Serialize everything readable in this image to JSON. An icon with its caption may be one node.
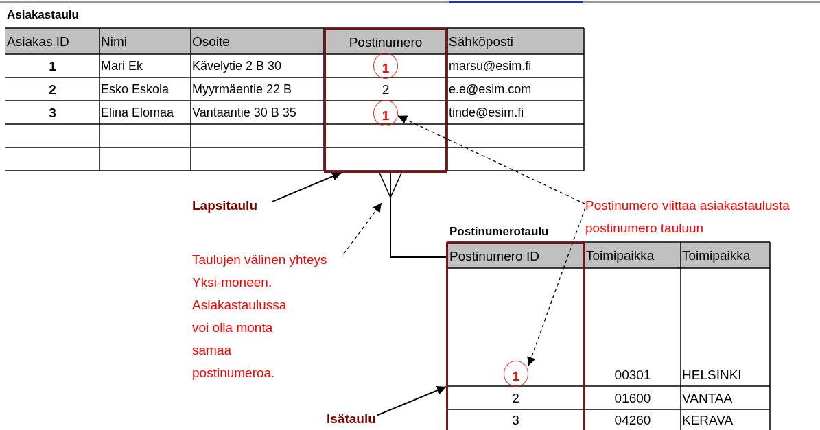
{
  "diagram": {
    "nodes": [
      {
        "text": [
          "Postinumero",
          "2"
        ]
      },
      {
        "text": [
          "1"
        ],
        "in": 0
      },
      {
        "text": [
          "1"
        ],
        "in": 0
      },
      {
        "text": [
          "Lapsitaulu"
        ]
      },
      {
        "text": [
          "Taulujen välinen yhteys",
          "Yksi-moneen. Asiakastaulussa voi olla monta samaa postinumeroa."
        ]
      },
      {
        "text": [
          "Postinumero viittaa asiakastaulusta postinumero tauluun"
        ]
      },
      {
        "text": [
          "Postinumero ID",
          "2",
          "3"
        ]
      },
      {
        "text": [
          "1"
        ],
        "in": 6
      },
      {
        "text": [
          "Isätaulu"
        ]
      }
    ],
    "edges": [
      {
        "from": 0,
        "to": 6,
        "arrow": "other"
      },
      {
        "from": 3,
        "to": 0,
        "arrow": "to"
      },
      {
        "from": 4,
        "to": null,
        "arrow": "to",
        "style": "dashed"
      },
      {
        "from": 5,
        "to": 2,
        "arrow": "to",
        "style": "dashed"
      },
      {
        "from": 5,
        "to": 7,
        "arrow": "to",
        "style": "dashed"
      },
      {
        "from": 8,
        "to": 6,
        "arrow": "to"
      }
    ],
    "labels": [
      "Asiakastaulu",
      "Asiakas ID",
      "Nimi",
      "Osoite",
      "Sähköposti",
      "1",
      "Mari Ek",
      "Kävelytie 2 B 30",
      "marsu@esim.fi",
      "2",
      "Esko Eskola",
      "Myyrmäentie 22 B",
      "e.e@esim.com",
      "3",
      "Elina Elomaa",
      "Vantaantie 30 B 35",
      "tinde@esim.fi",
      "Postinumerotaulu",
      "Toimipaikka",
      "Toimipaikka",
      "00301",
      "HELSINKI",
      "01600",
      "VANTAA",
      "04260",
      "KERAVA"
    ]
  }
}
